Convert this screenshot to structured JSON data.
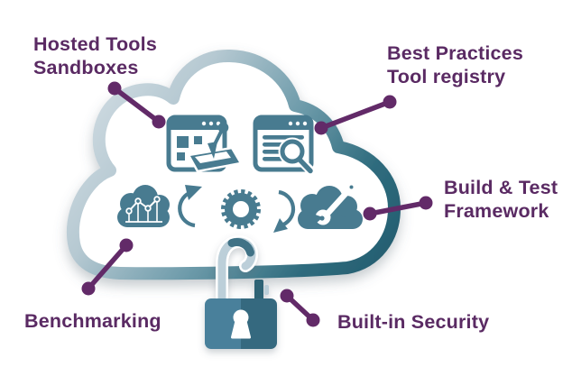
{
  "diagram": {
    "labels": {
      "hosted_tools": "Hosted Tools\nSandboxes",
      "best_practices": "Best Practices\nTool registry",
      "build_test": "Build & Test\nFramework",
      "benchmarking": "Benchmarking",
      "security": "Built-in Security"
    },
    "icons": {
      "sandbox": "browser-window-sandbox-shovel-icon",
      "registry": "document-list-magnifier-icon",
      "benchmark": "cloud-line-chart-icon",
      "cycle": "refresh-arrows-around-gear-icon",
      "build": "cloud-wrench-icon",
      "security": "padlock-icon"
    }
  },
  "theme": {
    "label_color": "#5a2a63",
    "connector_color": "#622a68",
    "icon_teal": "#487b90",
    "cloud_dark": "#2d6375",
    "cloud_light": "#d3dee4",
    "shackle_light": "#bccfd9",
    "shackle_dark": "#3f7286",
    "lock_left": "#48809b",
    "lock_right": "#35697f",
    "background": "#ffffff"
  }
}
